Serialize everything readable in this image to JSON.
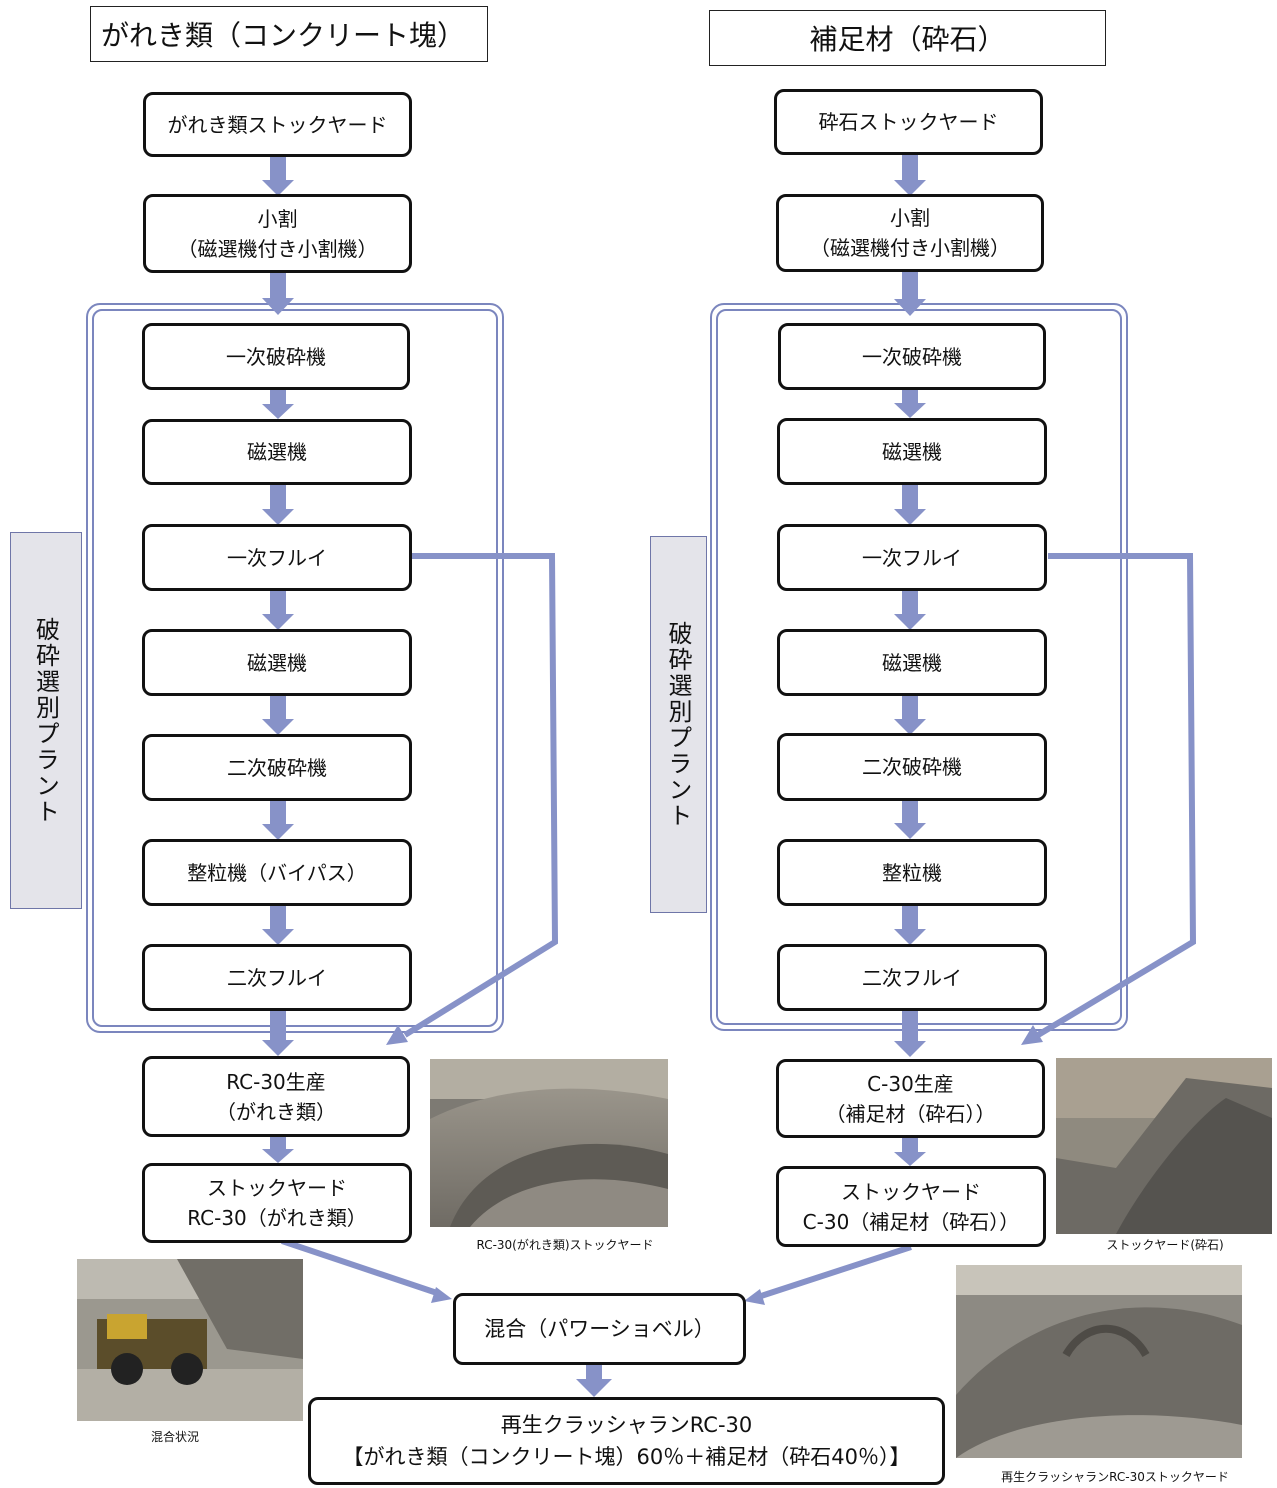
{
  "left": {
    "title": "がれき類（コンクリート塊）",
    "steps": [
      [
        "がれき類ストックヤード"
      ],
      [
        "小割",
        "（磁選機付き小割機）"
      ],
      [
        "一次破砕機"
      ],
      [
        "磁選機"
      ],
      [
        "一次フルイ"
      ],
      [
        "磁選機"
      ],
      [
        "二次破砕機"
      ],
      [
        "整粒機（バイパス）"
      ],
      [
        "二次フルイ"
      ],
      [
        "RC-30生産",
        "（がれき類）"
      ],
      [
        "ストックヤード",
        "RC-30（がれき類）"
      ]
    ],
    "plant_label": "破砕選別プラント",
    "photo_caption": "RC-30(がれき類)ストックヤード"
  },
  "right": {
    "title": "補足材（砕石）",
    "steps": [
      [
        "砕石ストックヤード"
      ],
      [
        "小割",
        "（磁選機付き小割機）"
      ],
      [
        "一次破砕機"
      ],
      [
        "磁選機"
      ],
      [
        "一次フルイ"
      ],
      [
        "磁選機"
      ],
      [
        "二次破砕機"
      ],
      [
        "整粒機"
      ],
      [
        "二次フルイ"
      ],
      [
        "C-30生産",
        "（補足材（砕石））"
      ],
      [
        "ストックヤード",
        "C-30（補足材（砕石））"
      ]
    ],
    "plant_label": "破砕選別プラント",
    "photo_caption": "ストックヤード(砕石)"
  },
  "mix": {
    "label": "混合（パワーショベル）",
    "photo_caption": "混合状況"
  },
  "final": {
    "line1": "再生クラッシャランRC-30",
    "line2": "【がれき類（コンクリート塊）60％＋補足材（砕石40％）】",
    "photo_caption": "再生クラッシャランRC-30ストックヤード"
  },
  "colors": {
    "arrow": "#8792c8",
    "frame": "#7b86be",
    "plant_bg": "#e4e4ea"
  }
}
